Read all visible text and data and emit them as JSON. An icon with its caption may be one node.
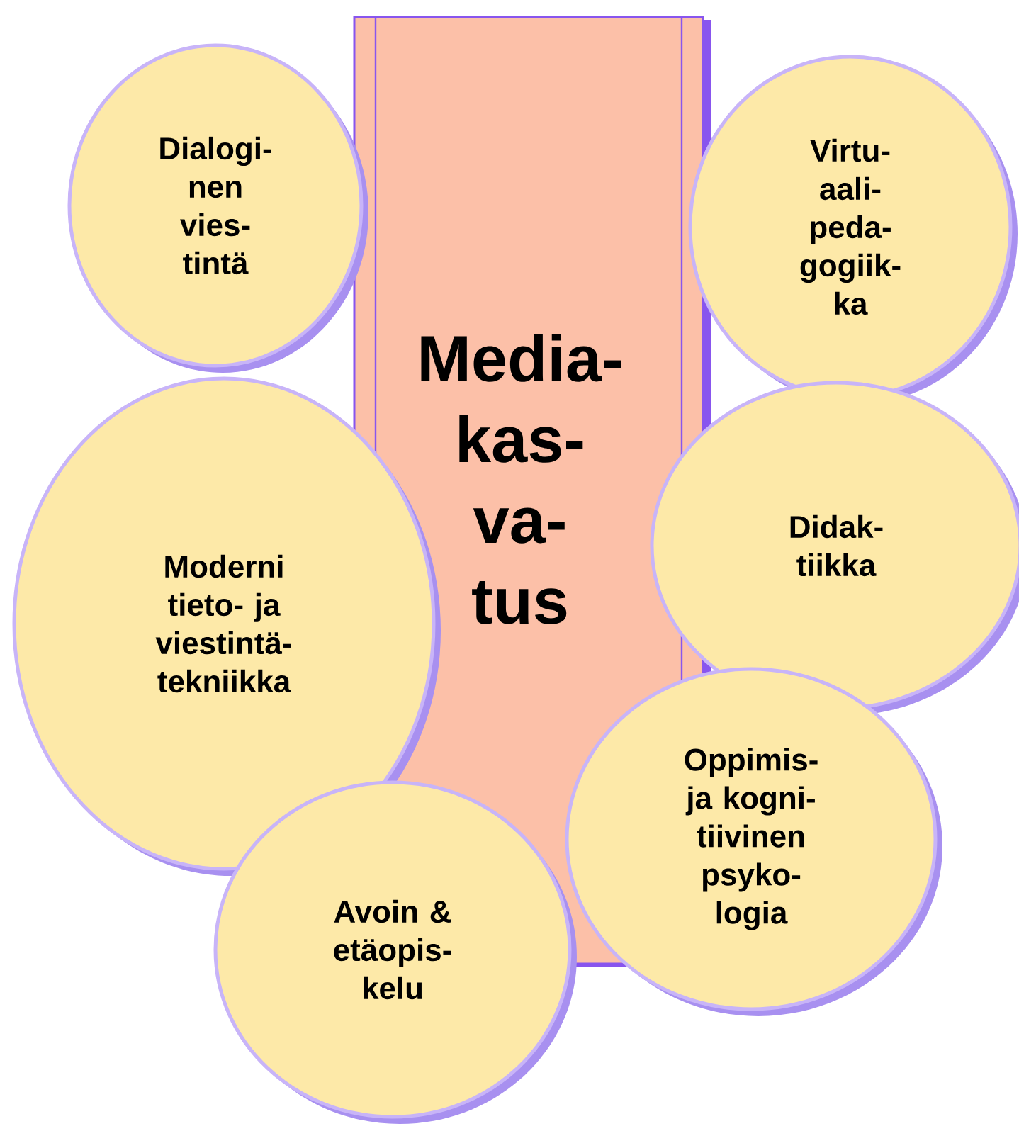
{
  "diagram": {
    "nodes": [
      {
        "text": [
          "Dialogi- nen vies- tintä"
        ]
      },
      {
        "text": [
          "Media- kas- va- tus"
        ]
      },
      {
        "text": [
          "Virtu- aali- peda- gogiik- ka"
        ]
      },
      {
        "text": [
          "Moderni tieto- ja viestintä- tekniikka"
        ]
      },
      {
        "text": [
          "Didak- tiikka"
        ]
      },
      {
        "text": [
          "Oppimis- ja kogni- tiivinen psyko- logia"
        ]
      },
      {
        "text": [
          "Avoin & etäopis- kelu"
        ]
      }
    ]
  }
}
